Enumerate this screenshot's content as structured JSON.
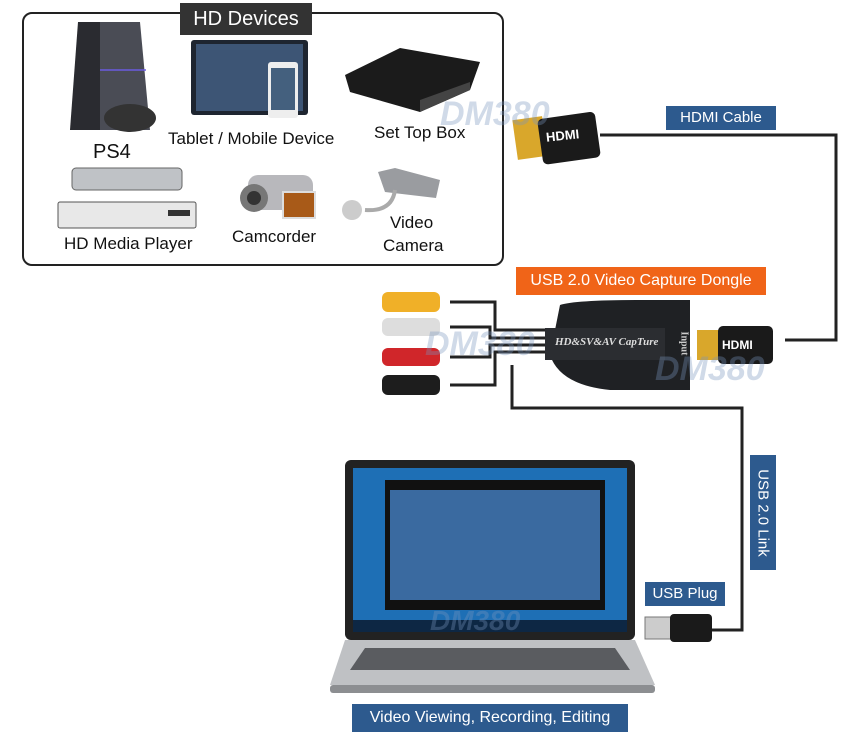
{
  "devices_box": {
    "title": "HD Devices",
    "items": [
      {
        "label": "PS4",
        "icon": "game-console-icon"
      },
      {
        "label": "Tablet / Mobile Device",
        "icon": "tablet-icon"
      },
      {
        "label": "Set Top Box",
        "icon": "set-top-box-icon"
      },
      {
        "label": "HD Media Player",
        "icon": "media-player-icon"
      },
      {
        "label": "Camcorder",
        "icon": "camcorder-icon"
      },
      {
        "label": "Video",
        "label2": "Camera",
        "icon": "security-camera-icon"
      }
    ]
  },
  "labels": {
    "hdmi_cable": "HDMI Cable",
    "dongle": "USB 2.0 Video Capture Dongle",
    "usb_link": "USB 2.0 Link",
    "usb_plug": "USB Plug",
    "bottom": "Video Viewing, Recording, Editing"
  },
  "dongle": {
    "print": "HD&SV&AV CapTure",
    "port_label": "Input"
  },
  "plug_text": "HDMI",
  "watermark": "DM380",
  "colors": {
    "blue_label": "#2d5a8e",
    "orange_label": "#f06418",
    "dark_label": "#333333"
  }
}
